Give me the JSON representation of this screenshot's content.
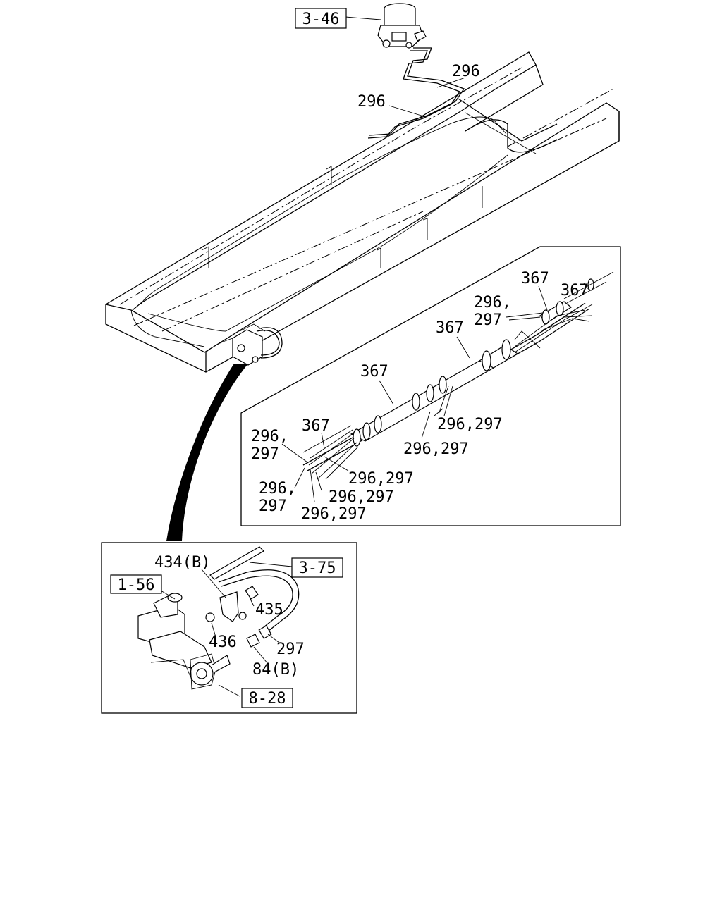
{
  "refs": {
    "r346": "3-46",
    "r375": "3-75",
    "r156": "1-56",
    "r828": "8-28"
  },
  "labels": {
    "l296a": "296",
    "l296b": "296",
    "l367_1": "367",
    "l367_2": "367",
    "l296_297_tr_1": "296,",
    "l296_297_tr_2": "297",
    "l367_3": "367",
    "l367_4": "367",
    "l367_5": "367",
    "l296_297_a": "296,297",
    "l296_297_b": "296,297",
    "l296_l1": "296,",
    "l297_l1": "297",
    "l296_297_c": "296,297",
    "l296_l2": "296,",
    "l297_l2": "297",
    "l296_297_d": "296,297",
    "l296_297_e": "296,297",
    "l434b": "434(B)",
    "l435": "435",
    "l436": "436",
    "l297": "297",
    "l84b": "84(B)"
  }
}
